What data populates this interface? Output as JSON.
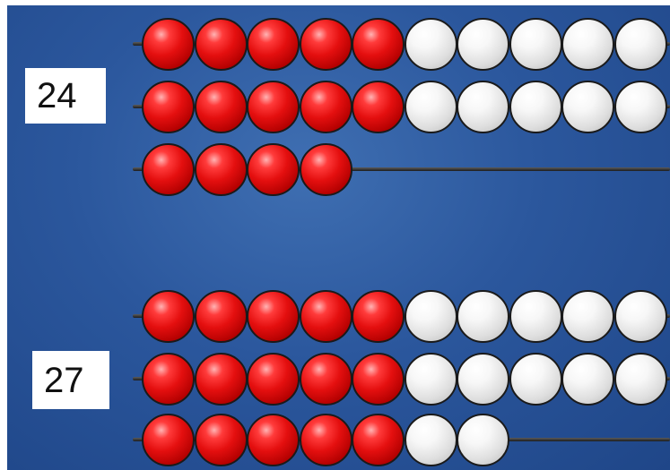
{
  "colors": {
    "background": "#2b579d",
    "red_bead": "#e40f0f",
    "white_bead": "#e6e6e6",
    "rod": "#2a2a2a"
  },
  "groups": [
    {
      "number_label": "24",
      "rows": [
        {
          "red": 5,
          "white": 5
        },
        {
          "red": 5,
          "white": 5
        },
        {
          "red": 4,
          "white": 0
        }
      ]
    },
    {
      "number_label": "27",
      "rows": [
        {
          "red": 5,
          "white": 5
        },
        {
          "red": 5,
          "white": 5
        },
        {
          "red": 5,
          "white": 2
        }
      ]
    }
  ]
}
